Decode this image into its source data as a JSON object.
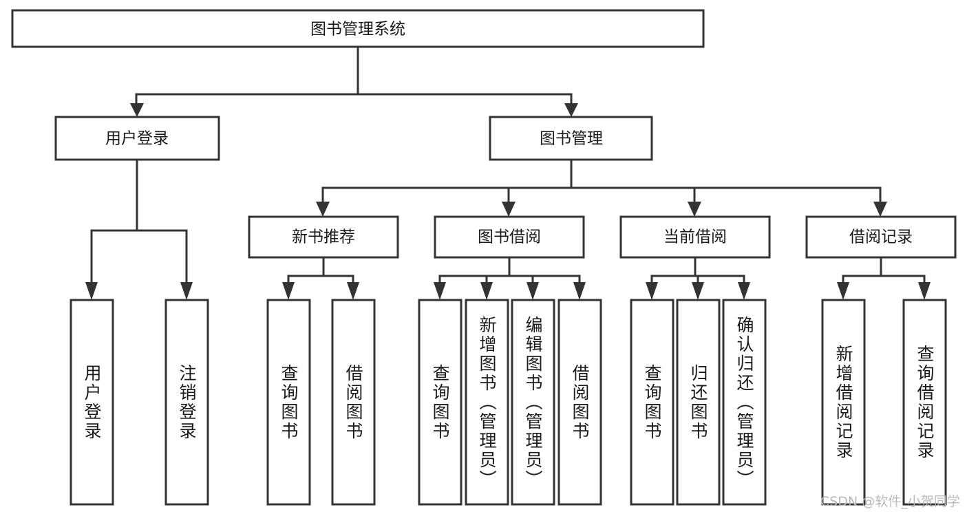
{
  "diagram": {
    "title": "图书管理系统",
    "type": "tree",
    "watermark": "CSDN @软件_小贺同学",
    "colors": {
      "box_stroke": "#333333",
      "box_fill": "#ffffff",
      "text": "#1a1a1a",
      "watermark": "#b9b9b9",
      "background": "#ffffff"
    },
    "nodes": {
      "root": {
        "label": "图书管理系统"
      },
      "level2": [
        {
          "label": "用户登录"
        },
        {
          "label": "图书管理"
        }
      ],
      "level3": [
        {
          "label": "新书推荐"
        },
        {
          "label": "图书借阅"
        },
        {
          "label": "当前借阅"
        },
        {
          "label": "借阅记录"
        }
      ],
      "leaves": [
        {
          "label": "用户登录"
        },
        {
          "label": "注销登录"
        },
        {
          "label": "查询图书"
        },
        {
          "label": "借阅图书"
        },
        {
          "label": "查询图书"
        },
        {
          "label": "新增图书（管理员）"
        },
        {
          "label": "编辑图书（管理员）"
        },
        {
          "label": "借阅图书"
        },
        {
          "label": "查询图书"
        },
        {
          "label": "归还图书"
        },
        {
          "label": "确认归还（管理员）"
        },
        {
          "label": "新增借阅记录"
        },
        {
          "label": "查询借阅记录"
        }
      ]
    }
  }
}
